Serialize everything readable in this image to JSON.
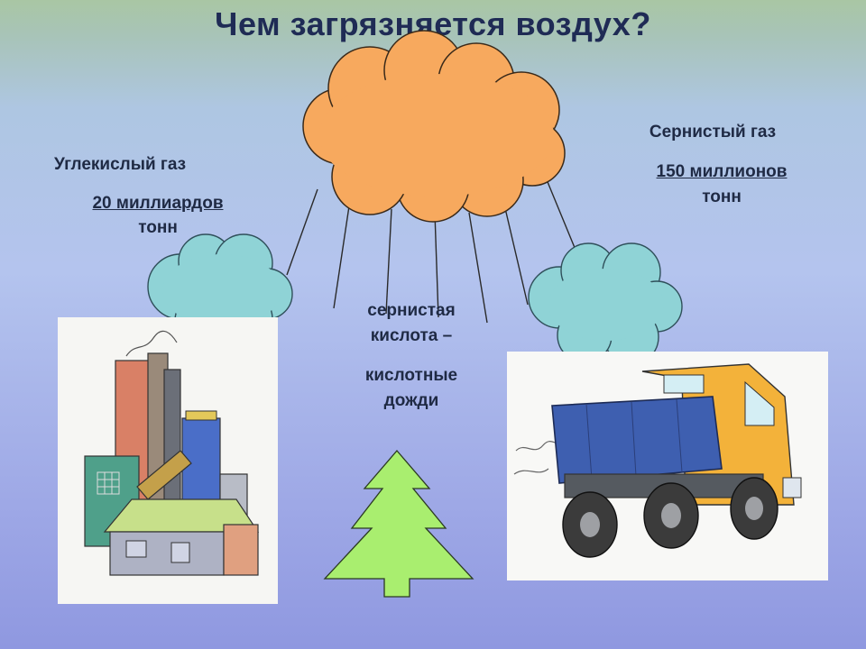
{
  "title": "Чем загрязняется воздух?",
  "left": {
    "gas": "Углекислый газ",
    "amount": "20 миллиардов",
    "unit": "тонн"
  },
  "right": {
    "gas": "Сернистый газ",
    "amount": "150 миллионов",
    "unit": "тонн"
  },
  "center": {
    "line1": "сернистая",
    "line2": "кислота –",
    "line3": "кислотные",
    "line4": "дожди"
  },
  "colors": {
    "cloud_main": "#f7a95e",
    "cloud_small": "#8fd3d6",
    "tree": "#a9ee6f",
    "truck_body": "#f3b23a",
    "truck_bed": "#3e5fb0"
  }
}
